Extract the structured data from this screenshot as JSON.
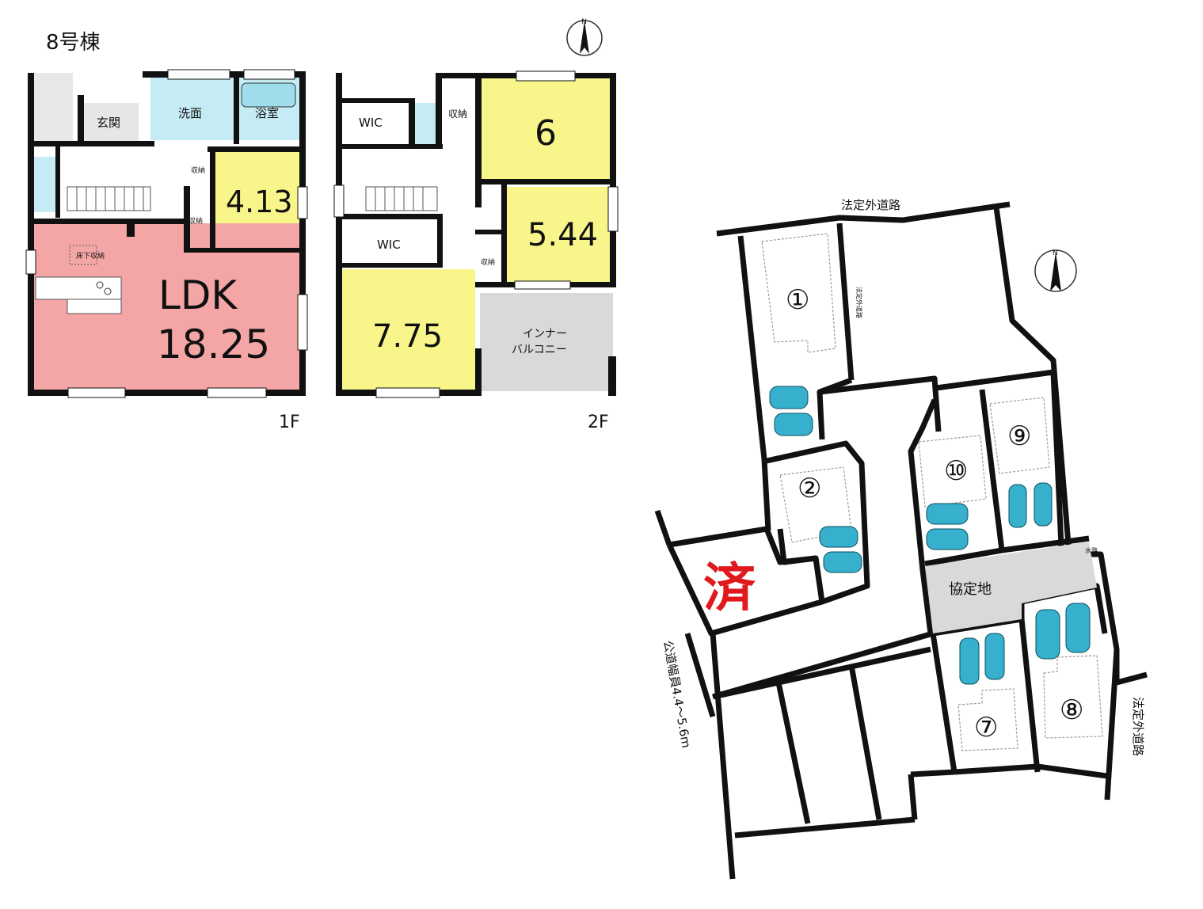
{
  "title": "8号棟",
  "floor1": {
    "label": "1F",
    "rooms": {
      "genkan": "玄関",
      "senmen": "洗面",
      "yokushitsu": "浴室",
      "shuno_a": "収納",
      "shuno_b": "収納",
      "yukashita": "床下収納",
      "ldk": "LDK",
      "ldk_area": "18.25",
      "room_a": "4.13"
    }
  },
  "floor2": {
    "label": "2F",
    "rooms": {
      "wic1": "WIC",
      "wic2": "WIC",
      "shuno_a": "収納",
      "shuno_b": "収納",
      "room6": "6",
      "room544": "5.44",
      "room775": "7.75",
      "balcony1": "インナー",
      "balcony2": "バルコニー"
    }
  },
  "site": {
    "road_north": "法定外道路",
    "road_inner": "法定外道路",
    "road_east": "法定外道路",
    "road_public": "公道幅員4.4～5.6m",
    "agreement_land": "協定地",
    "sold_mark": "済",
    "suiro": "水路",
    "lots": [
      "①",
      "②",
      "⑦",
      "⑧",
      "⑨",
      "⑩"
    ]
  },
  "colors": {
    "ldk": "#f4a6a6",
    "room": "#f8f58a",
    "wet": "#c5ecf5",
    "balcony": "#d9d9d9",
    "car": "#36b0cc",
    "sold": "#e0191c"
  }
}
